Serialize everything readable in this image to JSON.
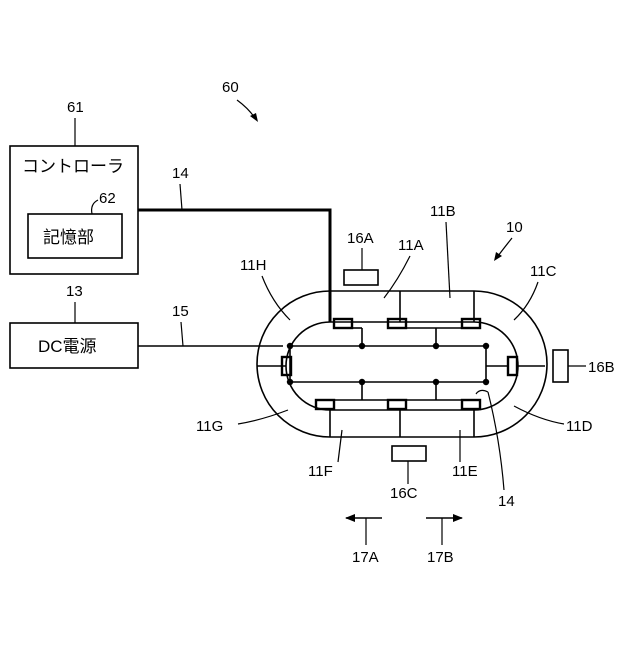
{
  "labels": {
    "system_ref": "60",
    "controller_ref": "61",
    "controller_text": "コントローラ",
    "memory_ref": "62",
    "memory_text": "記憶部",
    "dc_ref": "13",
    "dc_text": "DC電源",
    "line14_top": "14",
    "line15": "15",
    "line14_bottom": "14",
    "device_ref": "10",
    "seg_11A": "11A",
    "seg_11B": "11B",
    "seg_11C": "11C",
    "seg_11D": "11D",
    "seg_11E": "11E",
    "seg_11F": "11F",
    "seg_11G": "11G",
    "seg_11H": "11H",
    "sensor_16A": "16A",
    "sensor_16B": "16B",
    "sensor_16C": "16C",
    "arrow_17A": "17A",
    "arrow_17B": "17B"
  }
}
